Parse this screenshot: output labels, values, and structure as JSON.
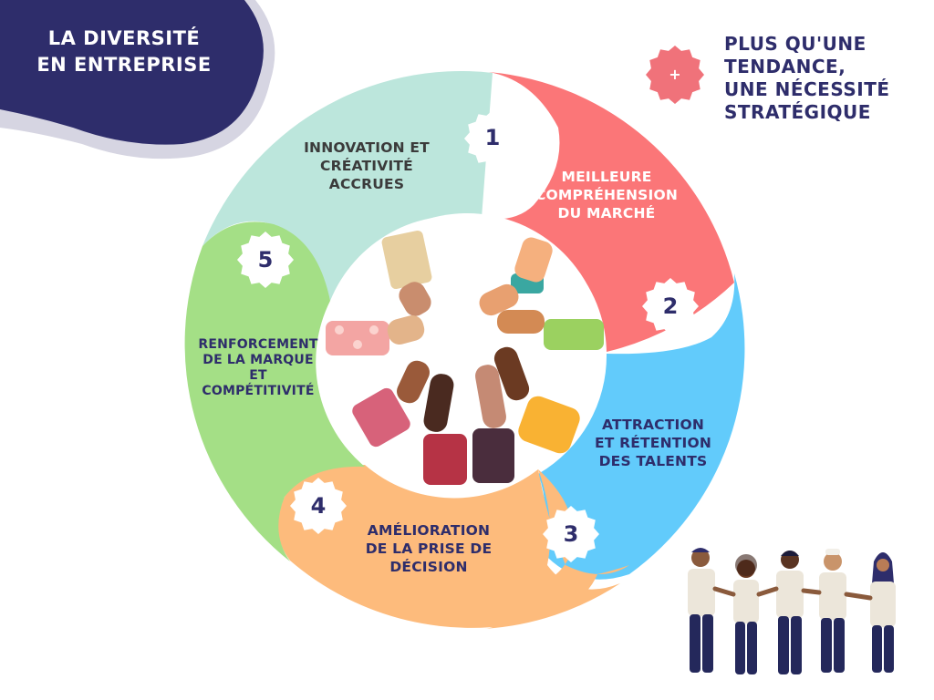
{
  "title": {
    "line1": "LA DIVERSITÉ",
    "line2": "EN ENTREPRISE"
  },
  "tagline": {
    "badge": "+",
    "line1": "PLUS QU'UNE",
    "line2": "TENDANCE,",
    "line3": "UNE NÉCESSITÉ",
    "line4": "STRATÉGIQUE"
  },
  "segments": [
    {
      "number": "1",
      "color": "#bce6dc",
      "label_color": "#3b3b3b",
      "line1": "INNOVATION ET",
      "line2": "CRÉATIVITÉ",
      "line3": "ACCRUES"
    },
    {
      "number": "2",
      "color": "#fb7678",
      "label_color": "#ffffff",
      "line1": "MEILLEURE",
      "line2": "COMPRÉHENSION",
      "line3": "DU MARCHÉ"
    },
    {
      "number": "3",
      "color": "#62cbfb",
      "label_color": "#2e2d6b",
      "line1": "ATTRACTION",
      "line2": "ET RÉTENTION",
      "line3": "DES TALENTS"
    },
    {
      "number": "4",
      "color": "#fdbb7c",
      "label_color": "#2e2d6b",
      "line1": "AMÉLIORATION",
      "line2": "DE LA PRISE DE",
      "line3": "DÉCISION"
    },
    {
      "number": "5",
      "color": "#a4df86",
      "label_color": "#2e2d6b",
      "line1": "RENFORCEMENT",
      "line2": "DE LA MARQUE",
      "line3": "ET",
      "line4": "COMPÉTITIVITÉ"
    }
  ],
  "colors": {
    "navy": "#2e2d6b",
    "header_shadow": "#d6d5e2",
    "badge_pink": "#f0727a"
  },
  "illustrations": {
    "center": "hands-forming-heart",
    "bottom_right": "group-walking-holding-hands"
  }
}
